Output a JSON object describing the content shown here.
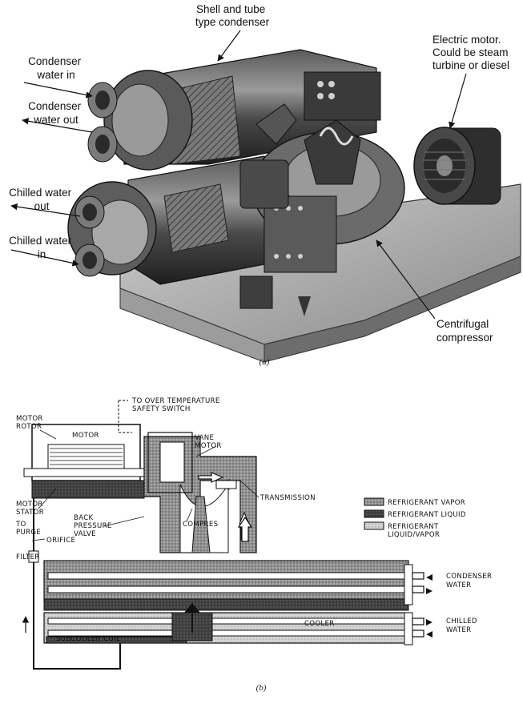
{
  "figure_a": {
    "caption": "(a)",
    "labels": {
      "condenser": [
        "Shell and tube",
        "type condenser"
      ],
      "motor": [
        "Electric motor.",
        "Could be steam",
        "turbine or diesel"
      ],
      "cond_in": [
        "Condenser",
        "water in"
      ],
      "cond_out": [
        "Condenser",
        "water out"
      ],
      "chill_out": [
        "Chilled water",
        "out"
      ],
      "chill_in": [
        "Chilled water",
        "in"
      ],
      "compressor": [
        "Centrifugal",
        "compressor"
      ]
    }
  },
  "figure_b": {
    "caption": "(b)",
    "labels": {
      "motor_rotor": [
        "MOTOR",
        "ROTOR"
      ],
      "motor": "MOTOR",
      "over_temp": [
        "TO OVER TEMPERATURE",
        "SAFETY SWITCH"
      ],
      "vane_motor": [
        "VANE",
        "MOTOR"
      ],
      "transmission": "TRANSMISSION",
      "motor_stator": [
        "MOTOR",
        "STATOR"
      ],
      "back_pressure": [
        "BACK",
        "PRESSURE",
        "VALVE"
      ],
      "compressor": "COMPRES",
      "to_purge": [
        "TO",
        "PURGE"
      ],
      "orifice": "ORIFICE",
      "filter": "FILTER",
      "cooler": "COOLER",
      "subcooler": "SUBCOOLER COIL",
      "condenser_water": [
        "CONDENSER",
        "WATER"
      ],
      "chilled_water": [
        "CHILLED",
        "WATER"
      ]
    },
    "legend": [
      {
        "label": "REFRIGERANT VAPOR",
        "fill": "#9a9a9a"
      },
      {
        "label": "REFRIGERANT LIQUID",
        "fill": "#4a4a4a"
      },
      {
        "label": "REFRIGERANT",
        "label2": "LIQUID/VAPOR",
        "fill": "#c8c8c8"
      }
    ]
  }
}
